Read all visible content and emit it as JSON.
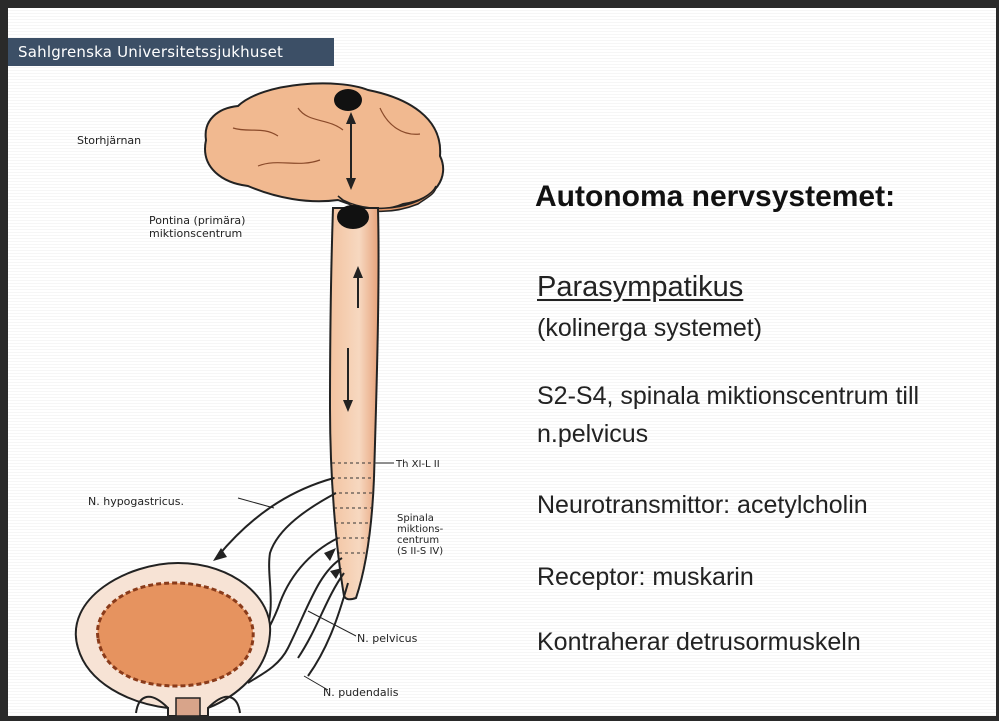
{
  "header": {
    "institution": "Sahlgrenska Universitetssjukhuset"
  },
  "diagram_labels": {
    "brain": "Storhjärnan",
    "pontine_line1": "Pontina (primära)",
    "pontine_line2": "miktionscentrum",
    "segment": "Th XI-L II",
    "hypogastric": "N. hypogastricus.",
    "spinal_line1": "Spinala",
    "spinal_line2": "miktions-",
    "spinal_line3": "centrum",
    "spinal_line4": "(S II-S IV)",
    "pelvic": "N. pelvicus",
    "pudendal": "N. pudendalis"
  },
  "content": {
    "title": "Autonoma nervsystemet:",
    "subtitle": "Parasympatikus",
    "subtitle_note": "(kolinerga systemet)",
    "point1_line1": "S2-S4, spinala miktionscentrum till",
    "point1_line2": "n.pelvicus",
    "point2": "Neurotransmittor: acetylcholin",
    "point3": "Receptor: muskarin",
    "point4": "Kontraherar detrusormuskeln"
  },
  "colors": {
    "banner": "#3c4f66",
    "tissue": "#f0b48c",
    "tissue_dark": "#d98a5c"
  }
}
